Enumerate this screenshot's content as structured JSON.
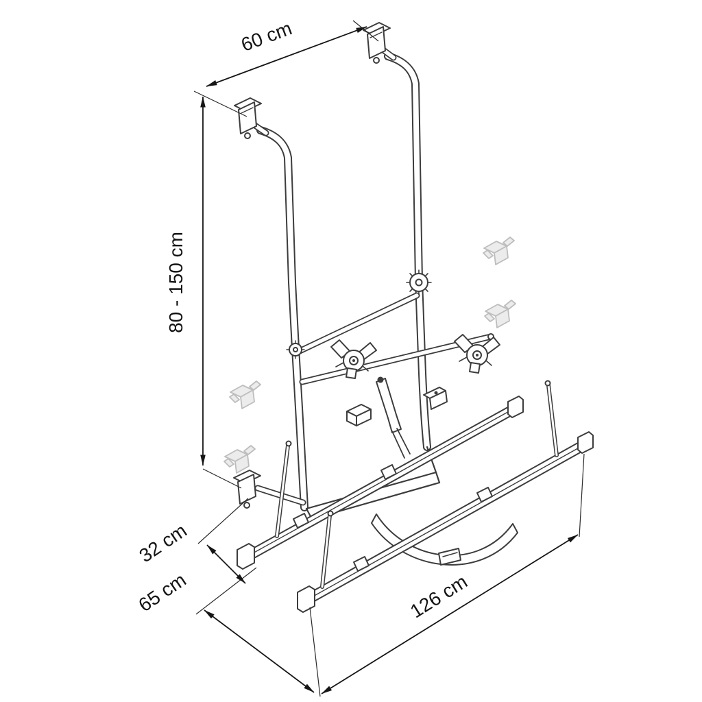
{
  "page": {
    "background_color": "#ffffff"
  },
  "diagram": {
    "kind": "isometric technical line drawing of a rear/wall mounted bike carrier rack",
    "stroke_color": "#3c3c3c",
    "dimension_color": "#161616",
    "ghost_icon_color": "#bdbdbd",
    "dimensions": {
      "top_width": {
        "label": "60 cm"
      },
      "mount_height": {
        "label": "80 - 150 cm"
      },
      "rail_offset": {
        "label": "32 cm"
      },
      "depth": {
        "label": "65 cm"
      },
      "rail_length": {
        "label": "126 cm"
      }
    }
  }
}
